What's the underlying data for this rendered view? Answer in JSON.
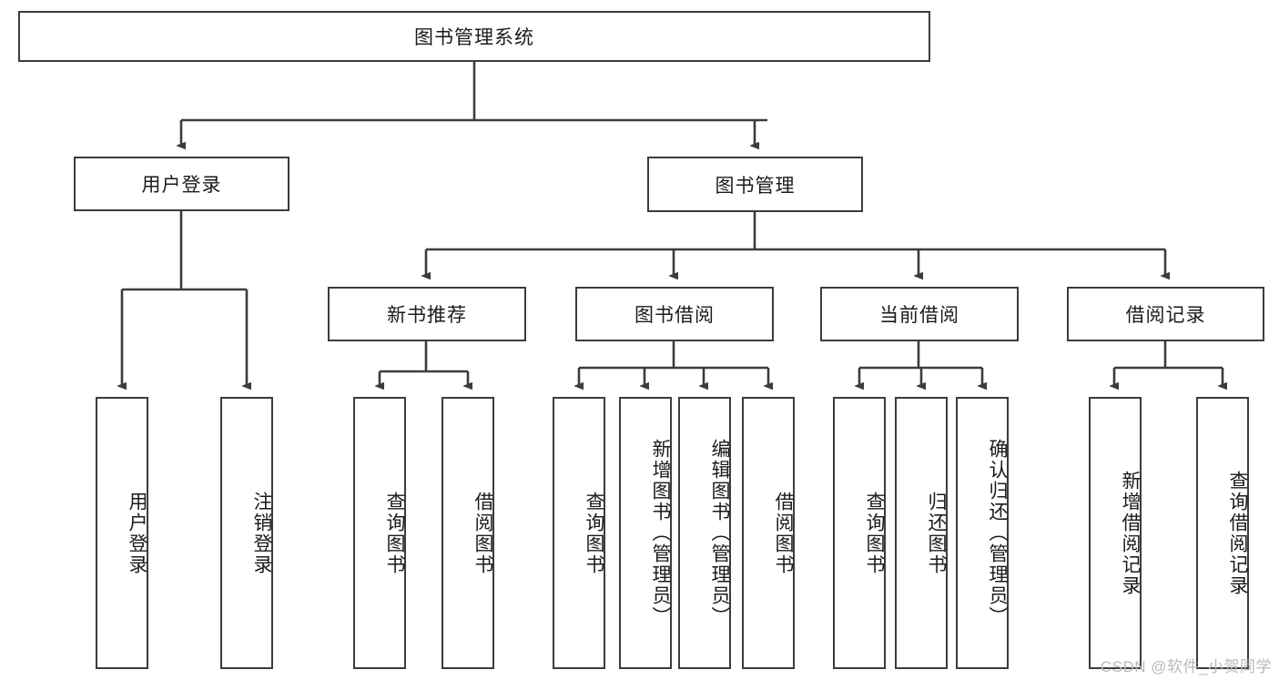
{
  "diagram": {
    "title": "图书管理系统",
    "type": "tree",
    "orientation": "top-down",
    "colors": {
      "box_border": "#3c3c3c",
      "box_fill": "#ffffff",
      "connector": "#3c3c3c",
      "text": "#1b1b1b",
      "watermark": "#b9b9b9",
      "background": "#ffffff"
    },
    "root": {
      "label": "图书管理系统"
    },
    "level2": [
      {
        "label": "用户登录"
      },
      {
        "label": "图书管理"
      }
    ],
    "level3": [
      {
        "label": "新书推荐"
      },
      {
        "label": "图书借阅"
      },
      {
        "label": "当前借阅"
      },
      {
        "label": "借阅记录"
      }
    ],
    "leaves": {
      "user_login": [
        {
          "label": "用户登录"
        },
        {
          "label": "注销登录"
        }
      ],
      "new_book": [
        {
          "label": "查询图书"
        },
        {
          "label": "借阅图书"
        }
      ],
      "book_borrow": [
        {
          "label": "查询图书"
        },
        {
          "label": "新增图书（管理员）"
        },
        {
          "label": "编辑图书（管理员）"
        },
        {
          "label": "借阅图书"
        }
      ],
      "current_borrow": [
        {
          "label": "查询图书"
        },
        {
          "label": "归还图书"
        },
        {
          "label": "确认归还（管理员）"
        }
      ],
      "borrow_record": [
        {
          "label": "新增借阅记录"
        },
        {
          "label": "查询借阅记录"
        }
      ]
    }
  },
  "watermark": {
    "text": "CSDN @软件_小贺同学"
  }
}
